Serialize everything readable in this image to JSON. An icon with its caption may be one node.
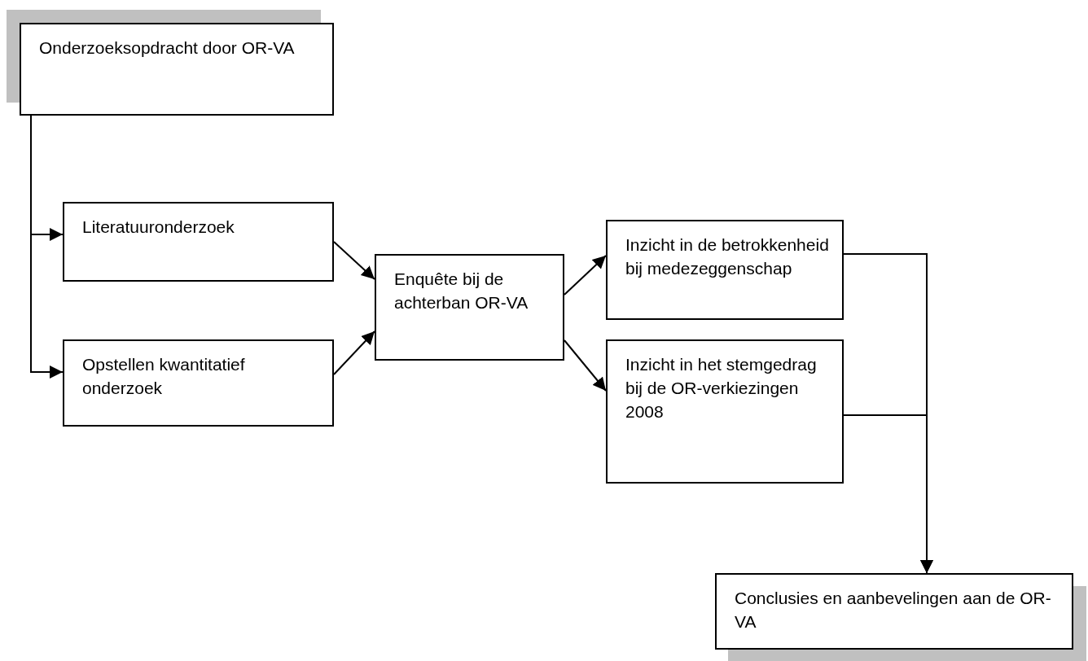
{
  "diagram": {
    "nodes": [
      {
        "text": [
          "Onderzoeksopdracht door OR-VA"
        ]
      },
      {
        "text": [
          "Literatuuronderzoek"
        ]
      },
      {
        "text": [
          "Opstellen kwantitatief onderzoek"
        ]
      },
      {
        "text": [
          "Enquête bij de achterban OR-VA"
        ]
      },
      {
        "text": [
          "Inzicht in de betrokkenheid bij medezeggenschap"
        ]
      },
      {
        "text": [
          "Inzicht in het stemgedrag bij de OR-verkiezingen 2008"
        ]
      },
      {
        "text": [
          "Conclusies en aanbevelingen aan de OR-VA"
        ]
      }
    ],
    "edges": [
      {
        "from": 0,
        "to": 1,
        "arrow": "to"
      },
      {
        "from": 0,
        "to": 2,
        "arrow": "to"
      },
      {
        "from": 1,
        "to": 3,
        "arrow": "to"
      },
      {
        "from": 2,
        "to": 3,
        "arrow": "to"
      },
      {
        "from": 3,
        "to": 4,
        "arrow": "to"
      },
      {
        "from": 3,
        "to": 5,
        "arrow": "to"
      },
      {
        "from": 4,
        "to": 6,
        "arrow": "to"
      },
      {
        "from": 5,
        "to": 6,
        "arrow": "to"
      }
    ]
  }
}
